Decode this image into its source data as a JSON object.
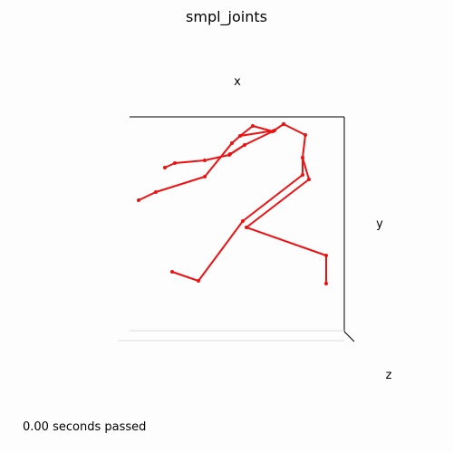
{
  "chart_data": {
    "type": "line3d",
    "title": "smpl_joints",
    "xlabel": "x",
    "ylabel": "y",
    "zlabel": "z",
    "grid": false,
    "colors": {
      "skeleton": "#ee1111",
      "axis": "#000000",
      "pane_edge": "#dddddd",
      "background": "#fdfdfd"
    },
    "series": [
      {
        "points_xy": [
          [
            0.14,
            0.55
          ],
          [
            0.21,
            0.51
          ],
          [
            0.33,
            0.56
          ],
          [
            0.4,
            0.52
          ],
          [
            0.43,
            0.57
          ],
          [
            0.44,
            0.58
          ],
          [
            0.51,
            0.56
          ],
          [
            0.61,
            0.54
          ],
          [
            0.6,
            0.61
          ],
          [
            0.61,
            0.65
          ],
          [
            0.57,
            0.74
          ],
          [
            0.7,
            0.66
          ],
          [
            0.73,
            0.59
          ],
          [
            0.77,
            0.61
          ],
          [
            0.74,
            0.58
          ],
          [
            0.57,
            0.45
          ],
          [
            0.43,
            0.56
          ],
          [
            0.43,
            0.51
          ],
          [
            0.57,
            0.45
          ],
          [
            0.59,
            0.43
          ],
          [
            0.72,
            0.45
          ],
          [
            0.72,
            0.5
          ],
          [
            0.73,
            0.53
          ],
          [
            0.77,
            0.47
          ]
        ],
        "segments": [
          [
            0,
            1
          ],
          [
            1,
            2
          ],
          [
            2,
            3
          ],
          [
            3,
            4
          ],
          [
            4,
            5
          ],
          [
            5,
            6
          ],
          [
            6,
            7
          ]
        ]
      }
    ]
  },
  "footer": {
    "time_text": "0.00 seconds passed"
  }
}
